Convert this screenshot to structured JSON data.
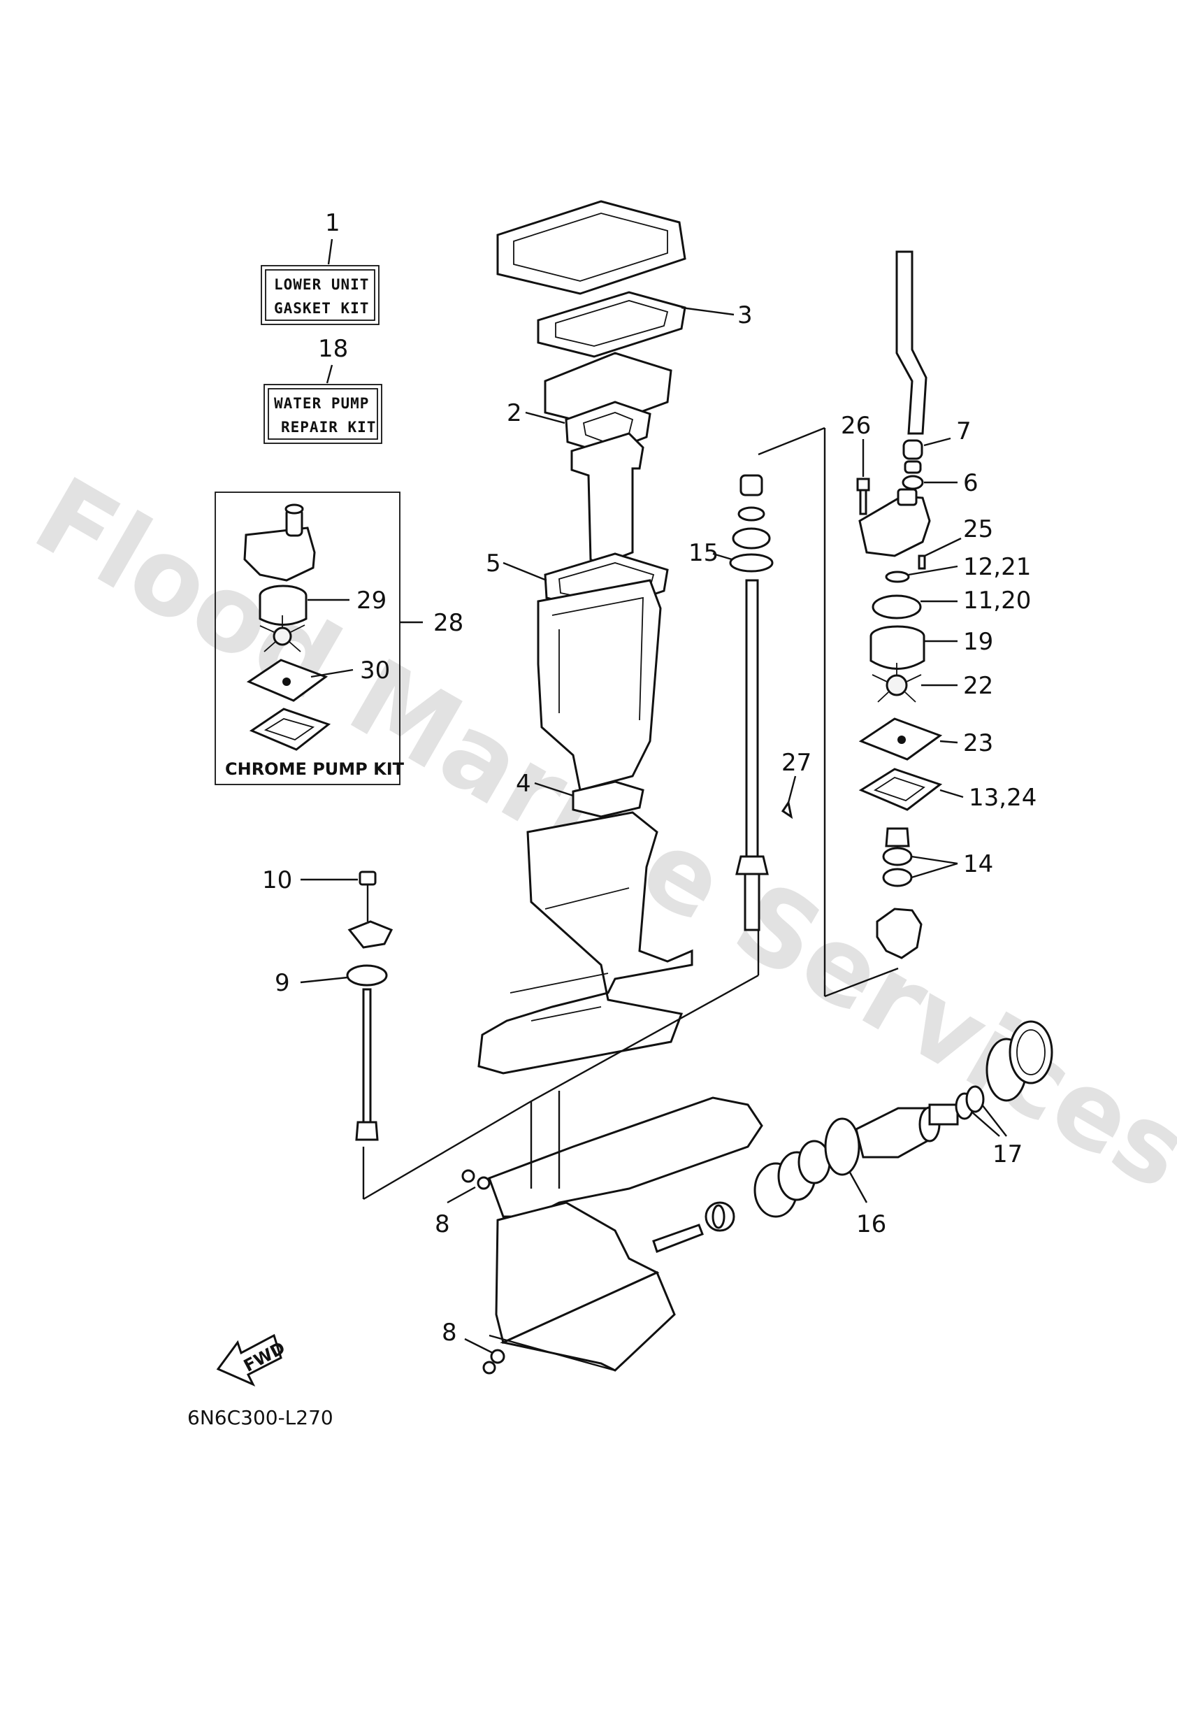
{
  "watermark": "Flood Marine Services",
  "diagram_code": "6N6C300-L270",
  "fwd_label": "FWD",
  "kits": {
    "lower_unit": {
      "number": "1",
      "line1": "LOWER UNIT",
      "line2": "GASKET KIT"
    },
    "water_pump": {
      "number": "18",
      "line1": "WATER PUMP",
      "line2": "REPAIR KIT"
    },
    "chrome_pump": {
      "number": "28",
      "label": "CHROME PUMP KIT"
    }
  },
  "callouts": {
    "c2": "2",
    "c3": "3",
    "c4": "4",
    "c5": "5",
    "c6": "6",
    "c7": "7",
    "c8a": "8",
    "c8b": "8",
    "c9": "9",
    "c10": "10",
    "c11_20": "11,20",
    "c12_21": "12,21",
    "c13_24": "13,24",
    "c14": "14",
    "c15": "15",
    "c16": "16",
    "c17": "17",
    "c19": "19",
    "c22": "22",
    "c23": "23",
    "c25": "25",
    "c26": "26",
    "c27": "27",
    "c29": "29",
    "c30": "30"
  }
}
